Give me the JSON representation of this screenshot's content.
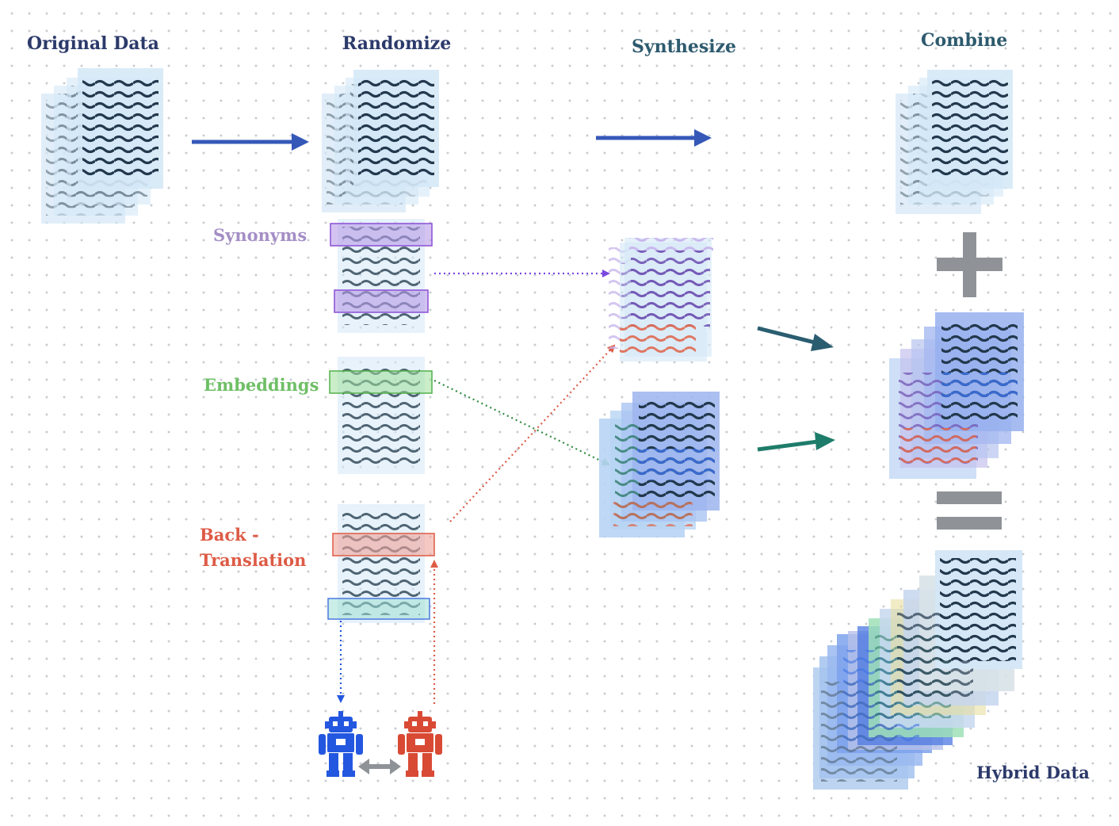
{
  "stages": {
    "original": "Original Data",
    "randomize": "Randomize",
    "synthesize": "Synthesize",
    "combine": "Combine"
  },
  "techniques": {
    "synonyms": "Synonyms",
    "embeddings": "Embeddings",
    "back_translation_line1": "Back -",
    "back_translation_line2": "Translation"
  },
  "result": "Hybrid Data",
  "colors": {
    "stage_label": "#2c3a6b",
    "stage_label_teal": "#2d5a6e",
    "synonyms": "#a48ec6",
    "embeddings": "#6fbf66",
    "back_translation": "#de5b46",
    "arrow_blue": "#3558b8",
    "arrow_teal_dark": "#2a5d70",
    "arrow_teal": "#1e7c6a",
    "operator_gray": "#8f9398",
    "robot_blue": "#2457e0",
    "robot_red": "#d94a35",
    "doc_bg": "#d4e7f7",
    "wave": "#1f3447"
  },
  "icons": [
    "robot-icon",
    "robot-icon",
    "double-arrow-icon",
    "plus-icon",
    "equals-icon"
  ]
}
